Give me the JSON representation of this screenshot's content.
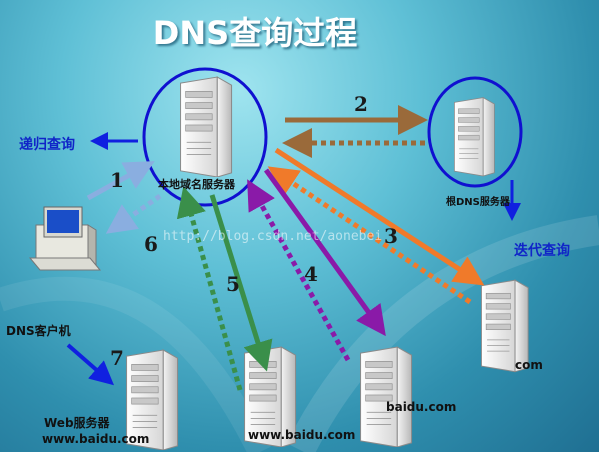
{
  "title": "DNS查询过程",
  "labels": {
    "recursive_query": "递归查询",
    "iterative_query": "迭代查询",
    "local_server": "本地域名服务器",
    "root_server": "根DNS服务器",
    "dns_client": "DNS客户机",
    "web_server": "Web服务器",
    "web_domain": "www.baidu.com",
    "web_domain2": "www.baidu.com",
    "baidu_server": "baidu.com",
    "com_server": "com",
    "watermark": "http://blog.csdn.net/aonebei"
  },
  "steps": [
    "1",
    "2",
    "3",
    "4",
    "5",
    "6",
    "7"
  ],
  "colors": {
    "step2": "#9a6a3a",
    "step3": "#f07a2a",
    "step4": "#8a1aa8",
    "step5": "#3a8f4a",
    "step1_6": "#8aaee0",
    "circle": "#1010d0",
    "blue_arrow": "#1020e0"
  },
  "icons": {
    "server": "server-tower-icon",
    "computer": "desktop-computer-icon"
  }
}
